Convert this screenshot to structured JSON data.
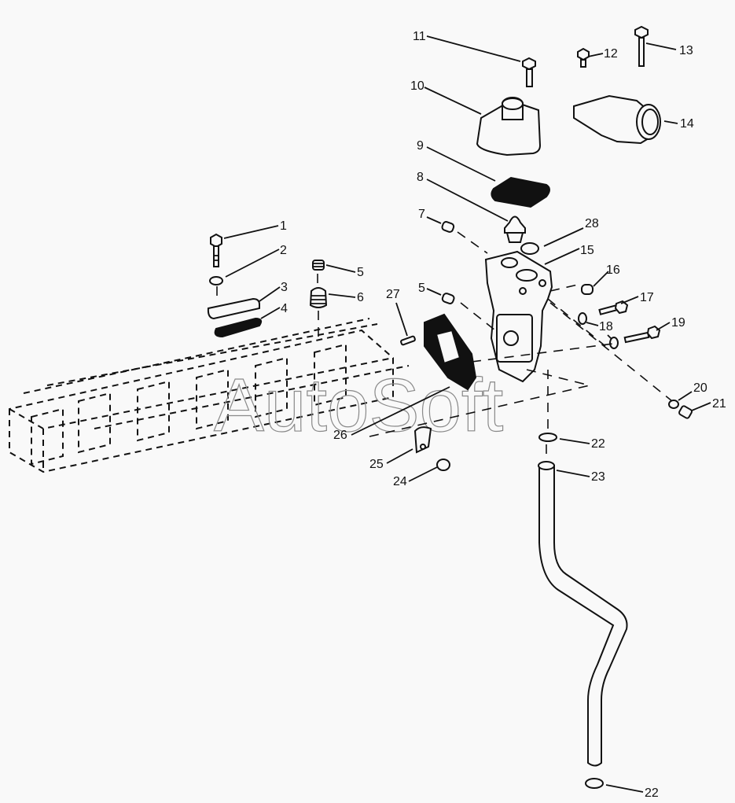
{
  "diagram": {
    "type": "exploded-parts-view",
    "watermark": "AutoSoft",
    "callouts": [
      {
        "id": "1",
        "label": "1"
      },
      {
        "id": "2",
        "label": "2"
      },
      {
        "id": "3",
        "label": "3"
      },
      {
        "id": "4",
        "label": "4"
      },
      {
        "id": "5a",
        "label": "5"
      },
      {
        "id": "6",
        "label": "6"
      },
      {
        "id": "7",
        "label": "7"
      },
      {
        "id": "8",
        "label": "8"
      },
      {
        "id": "9",
        "label": "9"
      },
      {
        "id": "10",
        "label": "10"
      },
      {
        "id": "11",
        "label": "11"
      },
      {
        "id": "12",
        "label": "12"
      },
      {
        "id": "13",
        "label": "13"
      },
      {
        "id": "14",
        "label": "14"
      },
      {
        "id": "15",
        "label": "15"
      },
      {
        "id": "16",
        "label": "16"
      },
      {
        "id": "17",
        "label": "17"
      },
      {
        "id": "18",
        "label": "18"
      },
      {
        "id": "19",
        "label": "19"
      },
      {
        "id": "20",
        "label": "20"
      },
      {
        "id": "21",
        "label": "21"
      },
      {
        "id": "22a",
        "label": "22"
      },
      {
        "id": "23",
        "label": "23"
      },
      {
        "id": "24",
        "label": "24"
      },
      {
        "id": "25",
        "label": "25"
      },
      {
        "id": "26",
        "label": "26"
      },
      {
        "id": "27",
        "label": "27"
      },
      {
        "id": "28",
        "label": "28"
      },
      {
        "id": "5b",
        "label": "5"
      },
      {
        "id": "22b",
        "label": "22"
      }
    ]
  }
}
